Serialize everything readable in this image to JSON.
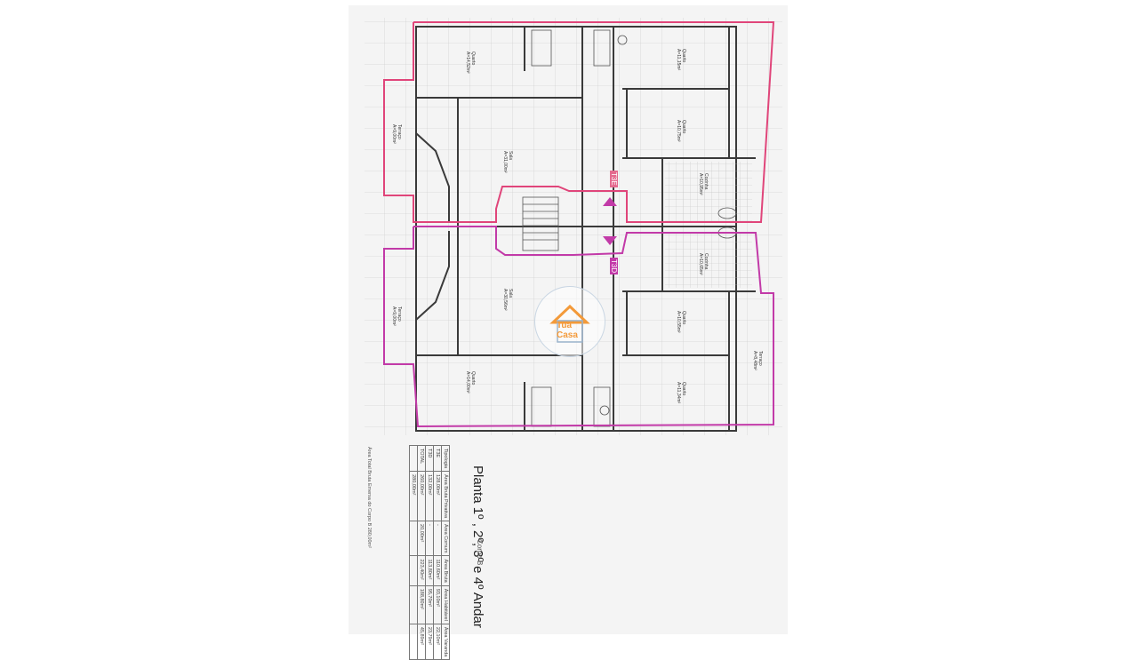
{
  "document": {
    "title": "Planta 1º , 2º, 3º e 4º Andar",
    "block": "Corpo B",
    "tags": {
      "t3_left": "T3E",
      "t3_right": "T3D"
    },
    "logo": {
      "line1": "Tua",
      "line2": "Casa",
      "icon": "house-logo-icon"
    },
    "colors": {
      "outline_t3e": "#e0457a",
      "outline_t3d": "#c23aa8",
      "wall": "#3a3a3a",
      "grid": "#d3d3d3"
    },
    "rooms": [
      {
        "name": "Quarto",
        "area": "A=14,52m²"
      },
      {
        "name": "Quarto",
        "area": "A=11,15m²"
      },
      {
        "name": "Quarto",
        "area": "A=10,75m²"
      },
      {
        "name": "Sala",
        "area": "A=31,00m²"
      },
      {
        "name": "Terraço",
        "area": "A=9,00m²"
      },
      {
        "name": "Cozinha",
        "area": "A=10,95m²"
      },
      {
        "name": "Sala",
        "area": "A=30,56m²"
      },
      {
        "name": "Terraço",
        "area": "A=9,00m²"
      },
      {
        "name": "Cozinha",
        "area": "A=10,65m²"
      },
      {
        "name": "Quarto",
        "area": "A=10,55m²"
      },
      {
        "name": "Quarto",
        "area": "A=14,00m²"
      },
      {
        "name": "Quarto",
        "area": "A=11,34m²"
      },
      {
        "name": "Terraço",
        "area": "A=8,48m²"
      }
    ],
    "area_table": {
      "headers": [
        "Tipologia",
        "Área Bruta Privativa",
        "Área Comum",
        "Área Bruta",
        "Área Habitável",
        "Área Varanda"
      ],
      "rows": [
        [
          "T3E",
          "128,00m²",
          "-",
          "110,60m²",
          "93,10m²",
          "22,10m²"
        ],
        [
          "T3D",
          "132,00m²",
          "-",
          "113,80m²",
          "95,70m²",
          "23,79m²"
        ],
        [
          "TOTAL",
          "260,00m²",
          "20,00m²",
          "223,40m²",
          "188,80m²",
          "45,89m²"
        ],
        [
          "",
          "280,00m²",
          "",
          "",
          "",
          ""
        ]
      ]
    },
    "note": "Área Total Bruta Emersa do Corpo B 280,00m²"
  }
}
